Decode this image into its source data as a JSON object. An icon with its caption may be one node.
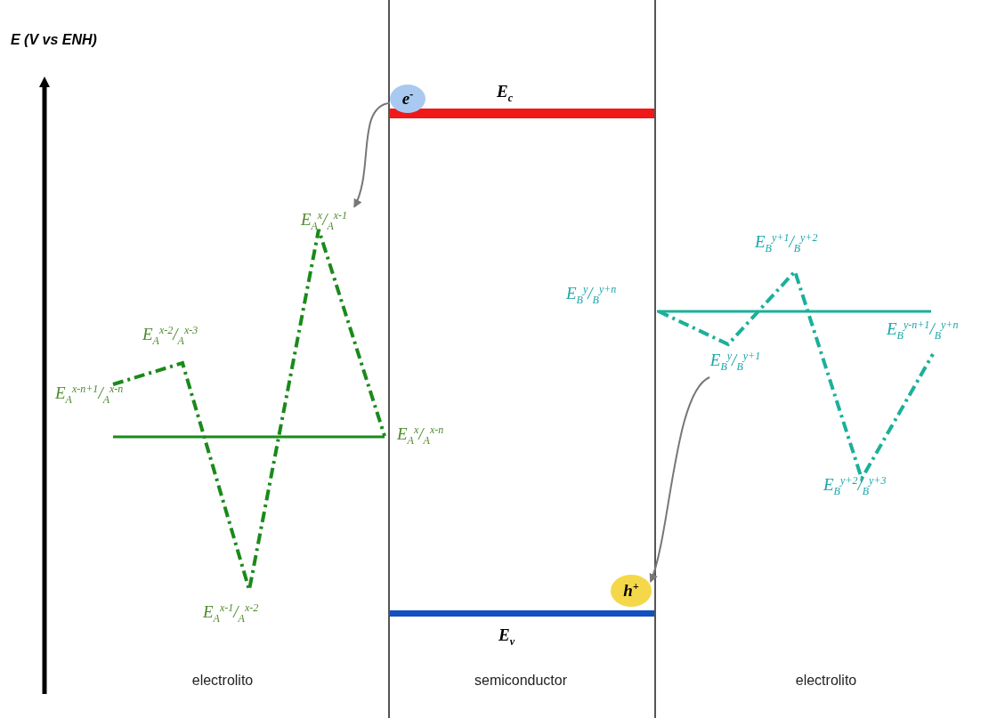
{
  "diagram": {
    "nodes": [
      {
        "text": [
          "e$^{-}$"
        ]
      },
      {
        "text": [
          "E$_{A}$$^{x}$/$_{A}$$^{x-1}$"
        ]
      },
      {
        "text": [
          "E$_{B}$$^{y}$/$_{B}$$^{y+1}$"
        ]
      },
      {
        "text": [
          "h$^{+}$"
        ]
      }
    ],
    "edges": [
      {
        "from": 0,
        "to": 1,
        "arrow": "to"
      },
      {
        "from": 2,
        "to": 3,
        "arrow": "to"
      }
    ],
    "labels": [
      "E (V vs ENH)",
      "E$_{c}$",
      "E$_{B}$$^{y+1}$/$_{B}$$^{y+2}$",
      "E$_{B}$$^{y}$/$_{B}$$^{y+n}$",
      "E$_{A}$$^{x-2}$/$_{A}$$^{x-3}$",
      "E$_{B}$$^{y-n+1}$/$_{B}$$^{y+n}$",
      "E$_{A}$$^{x-n+1}$/$_{A}$$^{x-n}$",
      "E$_{A}$$^{x}$/$_{A}$$^{x-n}$",
      "E$_{B}$$^{y+2}$/$_{B}$$^{y+3}$",
      "E$_{A}$$^{x-1}$/$_{A}$$^{x-2}$",
      "E$_{v}$",
      "electrolito",
      "semiconductor",
      "electrolito"
    ]
  }
}
